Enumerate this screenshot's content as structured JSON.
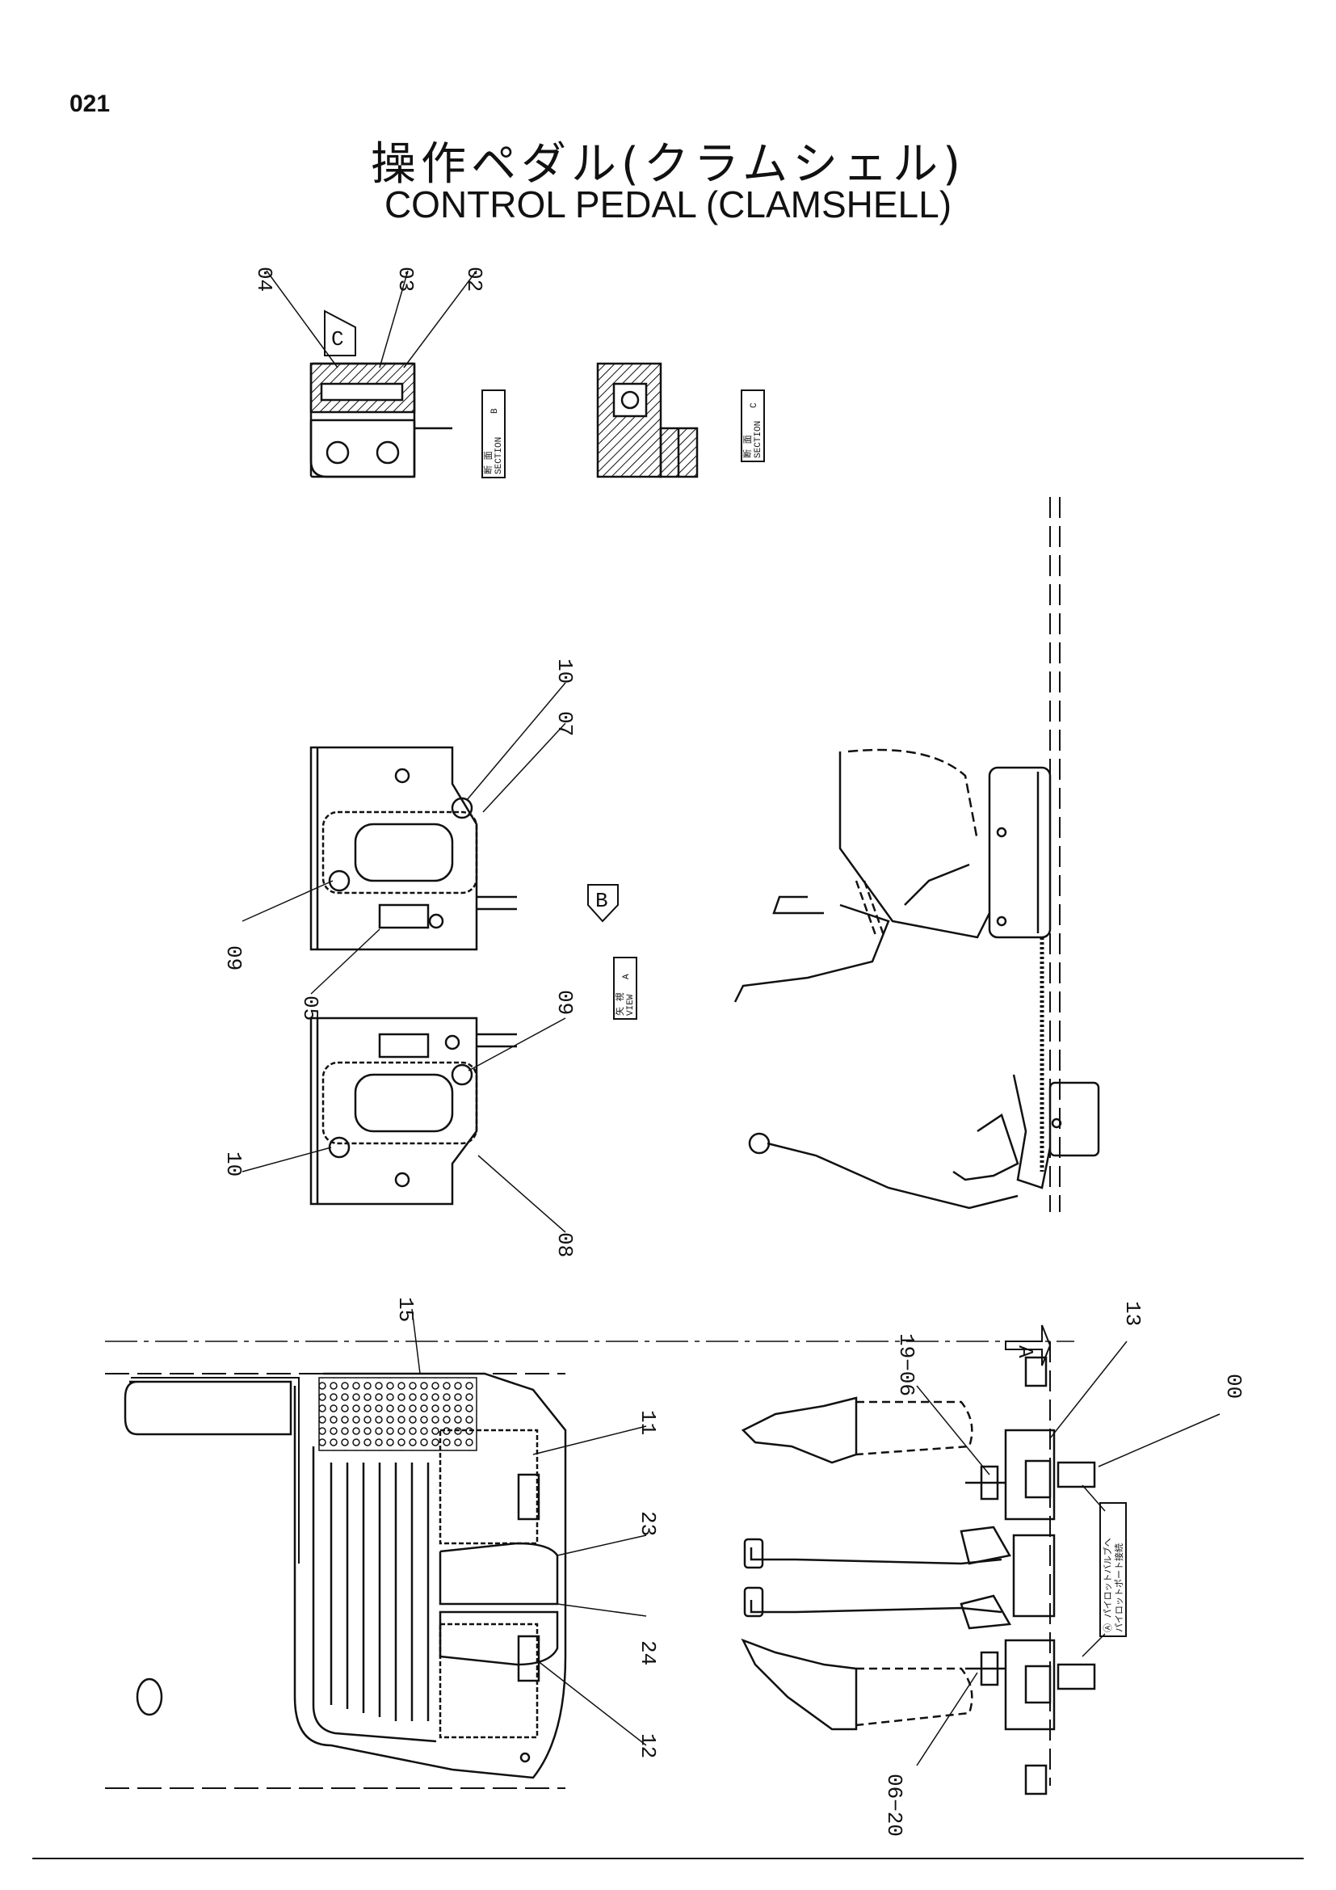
{
  "header": {
    "page_number": "021",
    "title_jp": "操作ペダル(クラムシェル)",
    "title_en": "CONTROL PEDAL (CLAMSHELL)"
  },
  "callouts": {
    "c04": "04",
    "c03": "03",
    "c02": "02",
    "c10a": "10",
    "c07": "07",
    "c09a": "09",
    "c05": "05",
    "c09b": "09",
    "c10b": "10",
    "c08": "08",
    "c15": "15",
    "c11": "11",
    "c23": "23",
    "c24": "24",
    "c12": "12",
    "c19_06": "19−06",
    "c13": "13",
    "c00": "00",
    "c06_20": "06−20"
  },
  "section_tags": {
    "section_b": {
      "jp": "断 面",
      "en": "SECTION",
      "letter": "B"
    },
    "section_c": {
      "jp": "断 面",
      "en": "SECTION",
      "letter": "C"
    },
    "view_a": {
      "jp": "矢 視",
      "en": "VIEW",
      "letter": "A"
    }
  },
  "view_markers": {
    "a": "A",
    "b": "B",
    "c": "C"
  },
  "note_box": {
    "line1": "Ⓐ パイロットバルブへ",
    "line2": "パイロットポート接続"
  }
}
